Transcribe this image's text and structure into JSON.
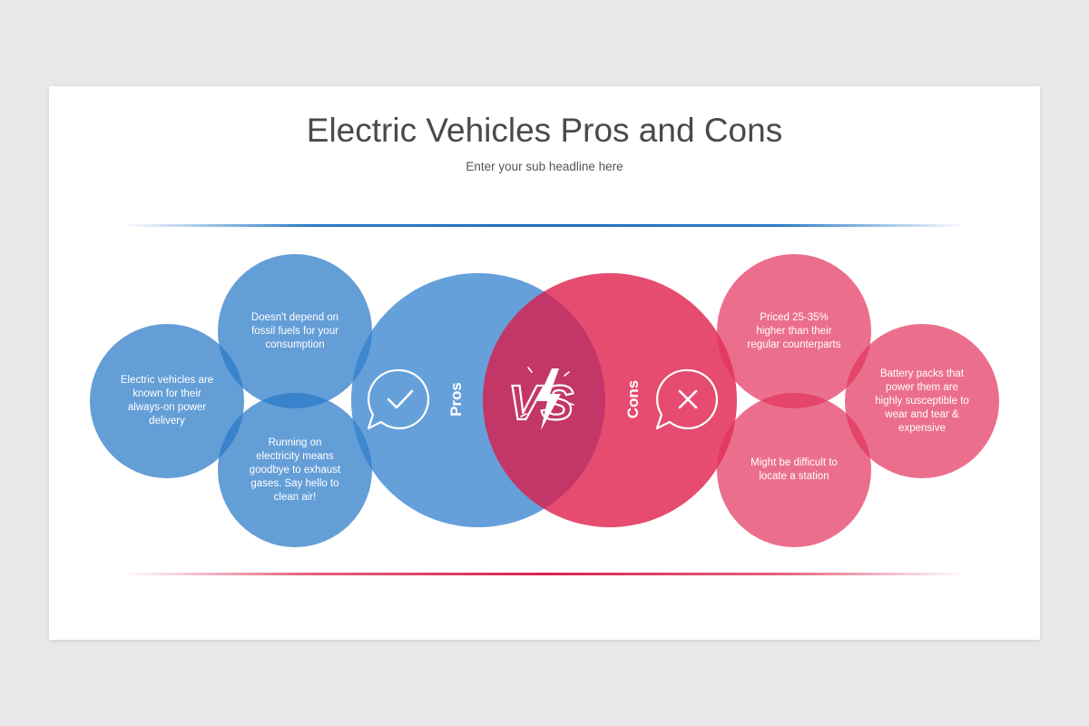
{
  "slide": {
    "title": "Electric Vehicles Pros and Cons",
    "subtitle": "Enter your sub headline here"
  },
  "pros": {
    "label": "Pros",
    "items": [
      "Doesn't depend on fossil fuels for your consumption",
      "Electric vehicles are known for their always-on power delivery",
      "Running on electricity means goodbye to exhaust gases. Say hello to clean air!"
    ]
  },
  "cons": {
    "label": "Cons",
    "items": [
      "Priced 25-35% higher than their regular counterparts",
      "Battery packs that power them are highly susceptible to wear and tear & expensive",
      "Might be difficult to locate a station"
    ]
  },
  "center": {
    "vs_label": "VS"
  },
  "colors": {
    "pros_blue": "#2878c8",
    "cons_red": "#de1e4c",
    "title_gray": "#4a4a4a"
  },
  "icons": [
    "check-speech-bubble-icon",
    "vs-lightning-icon",
    "x-speech-bubble-icon"
  ]
}
